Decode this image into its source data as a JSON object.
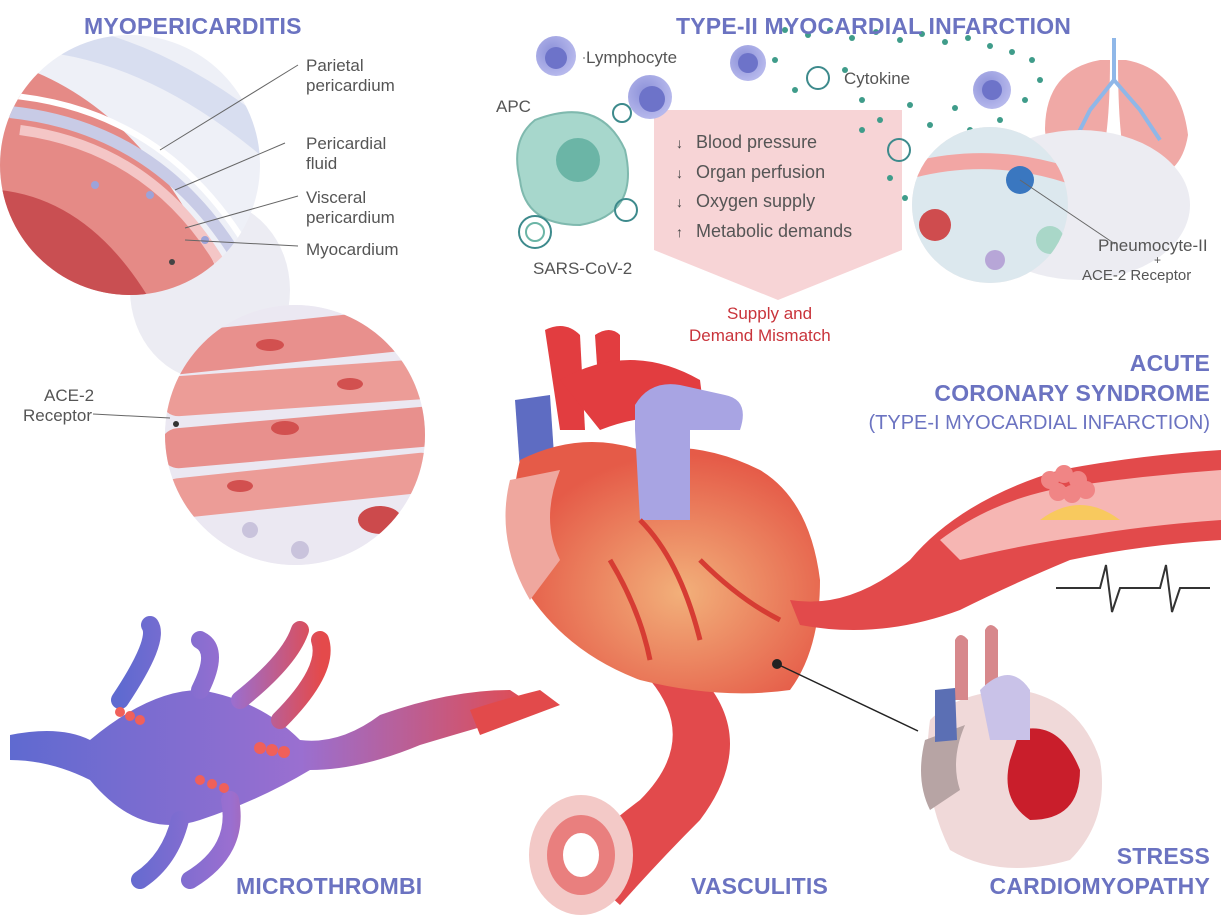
{
  "colors": {
    "title": "#6b73c1",
    "label": "#555555",
    "accent": "#c9343b",
    "tissue": "#e9797c",
    "vessel_red": "#e44a4b",
    "vessel_blue": "#5f6ad0",
    "mismatch_box": "#f7d4d6"
  },
  "titles": {
    "myopericarditis": "MYOPERICARDITIS",
    "type2_mi": "TYPE-II  MYOCARDIAL INFARCTION",
    "acs_line1": "ACUTE",
    "acs_line2": "CORONARY SYNDROME",
    "acs_line3": "(TYPE-I MYOCARDIAL INFARCTION)",
    "microthrombi": "MICROTHROMBI",
    "vasculitis": "VASCULITIS",
    "stress_line1": "STRESS",
    "stress_line2": "CARDIOMYOPATHY"
  },
  "pericardium_labels": {
    "parietal_1": "Parietal",
    "parietal_2": "pericardium",
    "fluid_1": "Pericardial",
    "fluid_2": "fluid",
    "visceral_1": "Visceral",
    "visceral_2": "pericardium",
    "myocardium": "Myocardium"
  },
  "ace2_left_1": "ACE-2",
  "ace2_left_2": "Receptor",
  "cells": {
    "lymphocyte": "Lymphocyte",
    "apc": "APC",
    "cytokine": "Cytokine",
    "sars": "SARS-CoV-2",
    "pneumocyte": "Pneumocyte-II",
    "plus": "+",
    "ace2_receptor": "ACE-2 Receptor"
  },
  "effects": [
    {
      "arrow": "down-arrow-icon",
      "glyph": "↓",
      "text": "Blood pressure"
    },
    {
      "arrow": "down-arrow-icon",
      "glyph": "↓",
      "text": "Organ perfusion"
    },
    {
      "arrow": "down-arrow-icon",
      "glyph": "↓",
      "text": "Oxygen supply"
    },
    {
      "arrow": "up-arrow-icon",
      "glyph": "↑",
      "text": "Metabolic demands"
    }
  ],
  "mismatch_1": "Supply and",
  "mismatch_2": "Demand Mismatch"
}
